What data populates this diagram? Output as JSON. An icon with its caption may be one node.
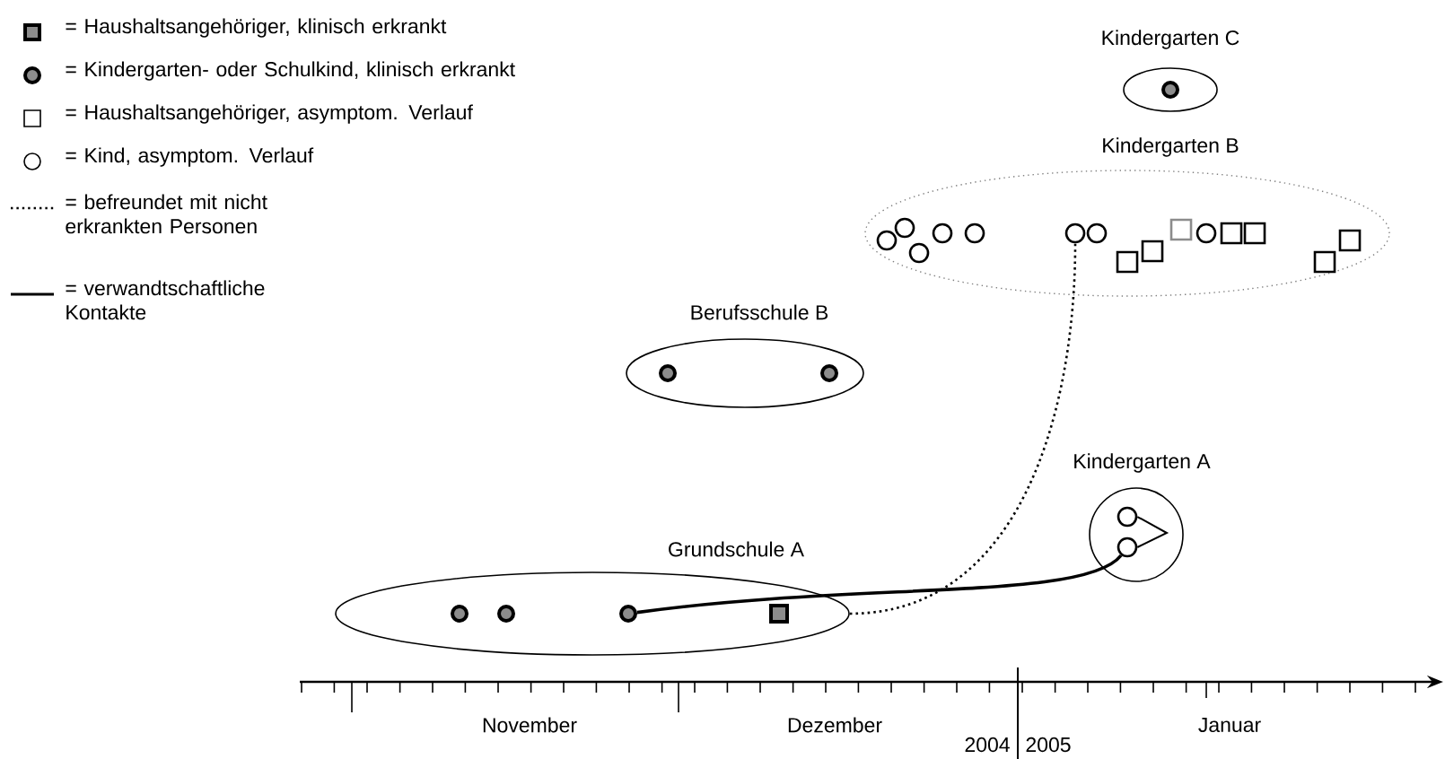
{
  "diagram": {
    "nodes": [
      {
        "text": [
          "Kindergarten C"
        ]
      },
      {
        "text": [],
        "shape": "circle",
        "in": 0
      },
      {
        "text": [
          "Kindergarten B"
        ]
      },
      {
        "text": [],
        "shape": "circle",
        "in": 2
      },
      {
        "text": [],
        "shape": "circle",
        "in": 2
      },
      {
        "text": [],
        "shape": "circle",
        "in": 2
      },
      {
        "text": [],
        "shape": "circle",
        "in": 2
      },
      {
        "text": [],
        "shape": "circle",
        "in": 2
      },
      {
        "text": [],
        "shape": "circle",
        "in": 2
      },
      {
        "text": [],
        "shape": "circle",
        "in": 2
      },
      {
        "text": [],
        "shape": "box",
        "in": 2
      },
      {
        "text": [],
        "shape": "box",
        "in": 2
      },
      {
        "text": [],
        "shape": "box",
        "in": 2
      },
      {
        "text": [],
        "shape": "circle",
        "in": 2
      },
      {
        "text": [],
        "shape": "box",
        "in": 2
      },
      {
        "text": [],
        "shape": "box",
        "in": 2
      },
      {
        "text": [],
        "shape": "box",
        "in": 2
      },
      {
        "text": [],
        "shape": "box",
        "in": 2
      },
      {
        "text": [
          "Berufsschule B"
        ]
      },
      {
        "text": [],
        "shape": "circle",
        "in": 18
      },
      {
        "text": [],
        "shape": "circle",
        "in": 18
      },
      {
        "text": [
          "Kindergarten A"
        ]
      },
      {
        "text": [],
        "shape": "circle",
        "in": 21
      },
      {
        "text": [],
        "shape": "circle",
        "in": 21
      },
      {
        "text": [
          "Grundschule A"
        ]
      },
      {
        "text": [],
        "shape": "circle",
        "in": 24
      },
      {
        "text": [],
        "shape": "circle",
        "in": 24
      },
      {
        "text": [],
        "shape": "circle",
        "in": 24
      },
      {
        "text": [],
        "shape": "box",
        "in": 24
      }
    ],
    "edges": [
      {
        "from": 27,
        "to": 23,
        "arrow": "none"
      },
      {
        "from": 24,
        "to": 8,
        "arrow": "none",
        "style": "dashed"
      }
    ],
    "labels": [
      "November",
      "Dezember",
      "Januar",
      "2004",
      "2005"
    ],
    "legend": [
      {
        "text": "= Haushaltsangehöriger, klinisch erkrankt"
      },
      {
        "text": "= Kindergarten- oder Schulkind, klinisch erkrankt"
      },
      {
        "text": "= Haushaltsangehöriger, asymptom. Verlauf"
      },
      {
        "text": "= Kind, asymptom. Verlauf"
      },
      {
        "text": "= befreundet mit nicht erkrankten Personen"
      },
      {
        "text": "= verwandtschaftliche Kontakte"
      }
    ]
  }
}
